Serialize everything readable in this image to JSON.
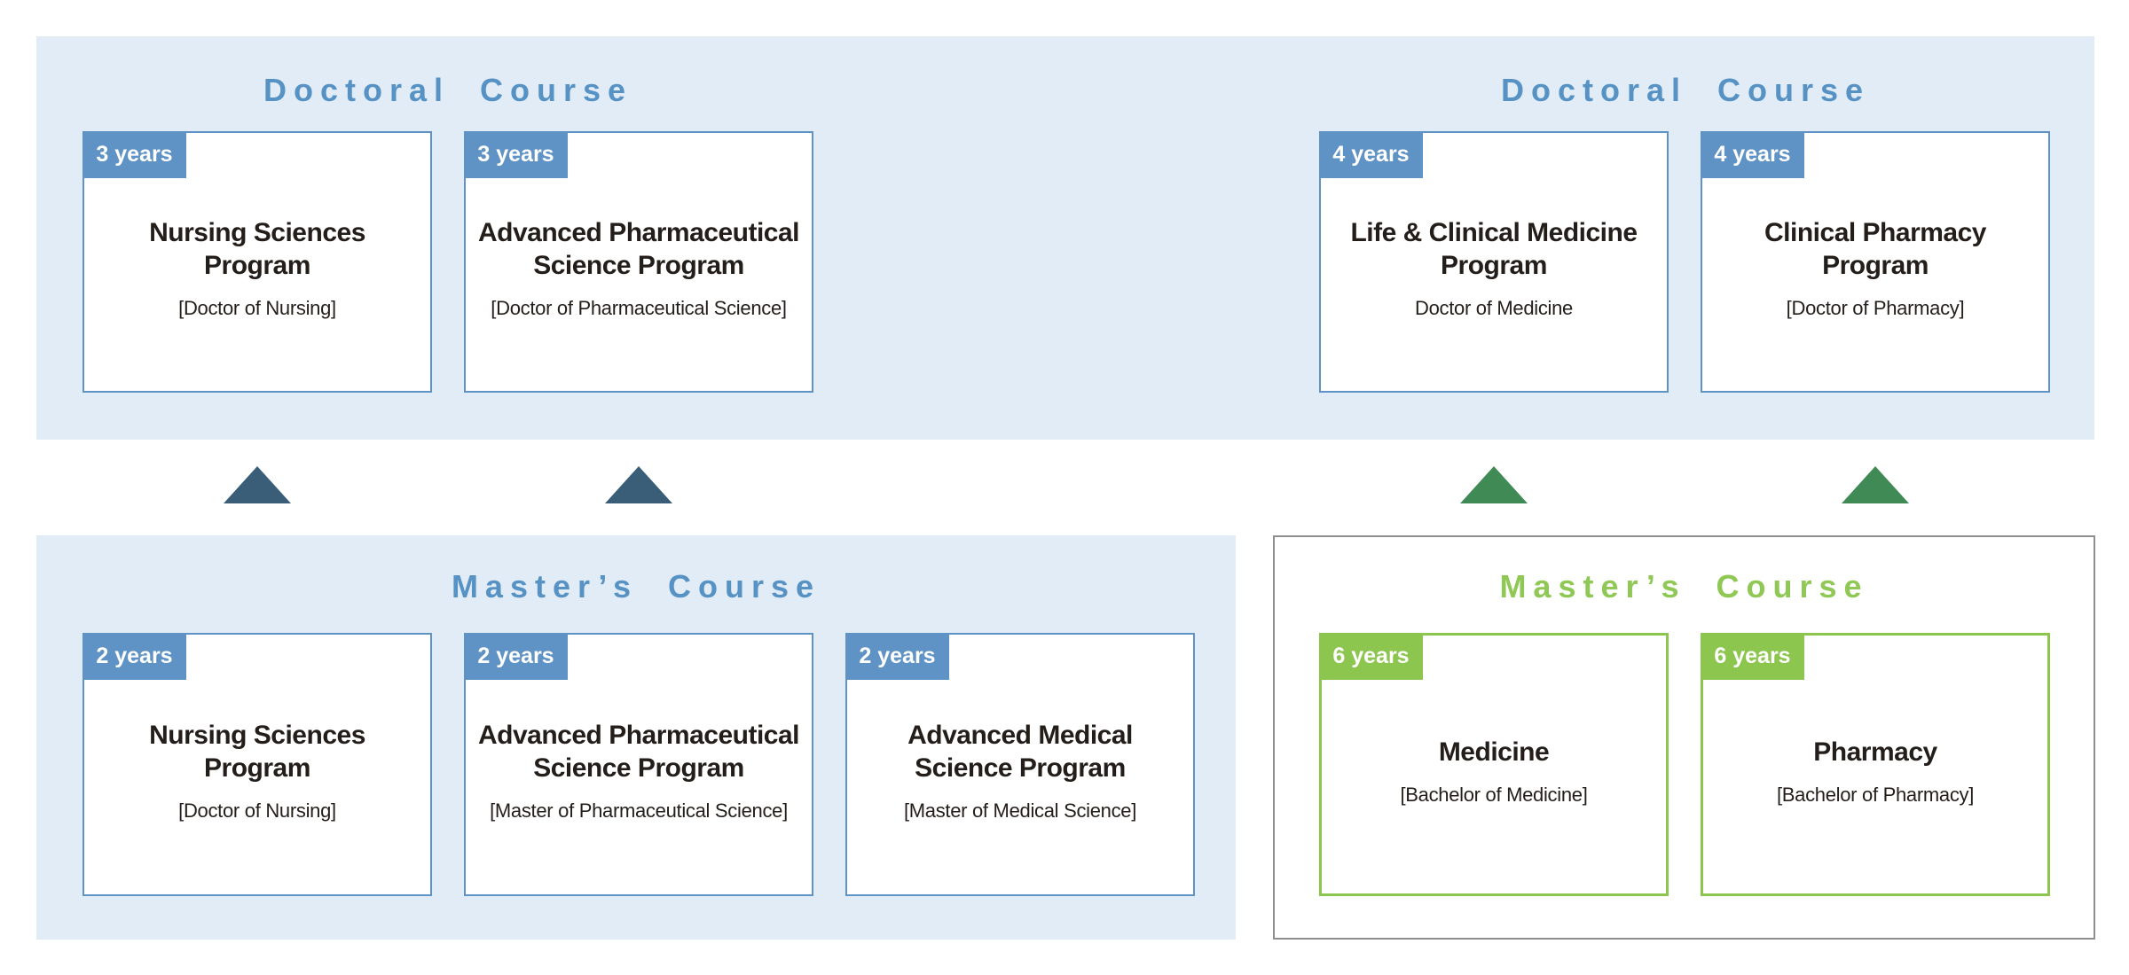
{
  "sections": {
    "doctoral_left": {
      "title": "Doctoral Course"
    },
    "doctoral_right": {
      "title": "Doctoral Course"
    },
    "masters_left": {
      "title": "Master’s Course"
    },
    "masters_right": {
      "title": "Master’s Course"
    }
  },
  "cards": [
    {
      "duration": "3 years",
      "title": "Nursing Sciences\nProgram",
      "degree": "[Doctor of Nursing]"
    },
    {
      "duration": "3 years",
      "title": "Advanced Pharmaceutical\nScience Program",
      "degree": "[Doctor of Pharmaceutical Science]"
    },
    {
      "duration": "4 years",
      "title": "Life & Clinical Medicine\nProgram",
      "degree": "Doctor of Medicine"
    },
    {
      "duration": "4 years",
      "title": "Clinical Pharmacy\nProgram",
      "degree": "[Doctor of Pharmacy]"
    },
    {
      "duration": "2 years",
      "title": "Nursing Sciences\nProgram",
      "degree": "[Doctor of Nursing]"
    },
    {
      "duration": "2 years",
      "title": "Advanced Pharmaceutical\nScience Program",
      "degree": "[Master of Pharmaceutical Science]"
    },
    {
      "duration": "2 years",
      "title": "Advanced Medical\nScience Program",
      "degree": "[Master of Medical Science]"
    },
    {
      "duration": "6 years",
      "title": "Medicine",
      "degree": "[Bachelor of Medicine]"
    },
    {
      "duration": "6 years",
      "title": "Pharmacy",
      "degree": "[Bachelor of Pharmacy]"
    }
  ],
  "arrows": [
    {
      "direction": "up",
      "color": "#3a5e78"
    },
    {
      "direction": "up",
      "color": "#3a5e78"
    },
    {
      "direction": "up",
      "color": "#3f8a55"
    },
    {
      "direction": "up",
      "color": "#3f8a55"
    }
  ],
  "colors": {
    "panel_blue_bg": "#e1ecf7",
    "accent_blue": "#6093c5",
    "heading_blue": "#5792c4",
    "accent_green": "#8dc64f",
    "heading_green": "#8fc854",
    "arrow_navy": "#3a5e78",
    "arrow_green": "#3f8a55",
    "panel_border_gray": "#8f8f8f",
    "text_dark": "#241e1b"
  }
}
